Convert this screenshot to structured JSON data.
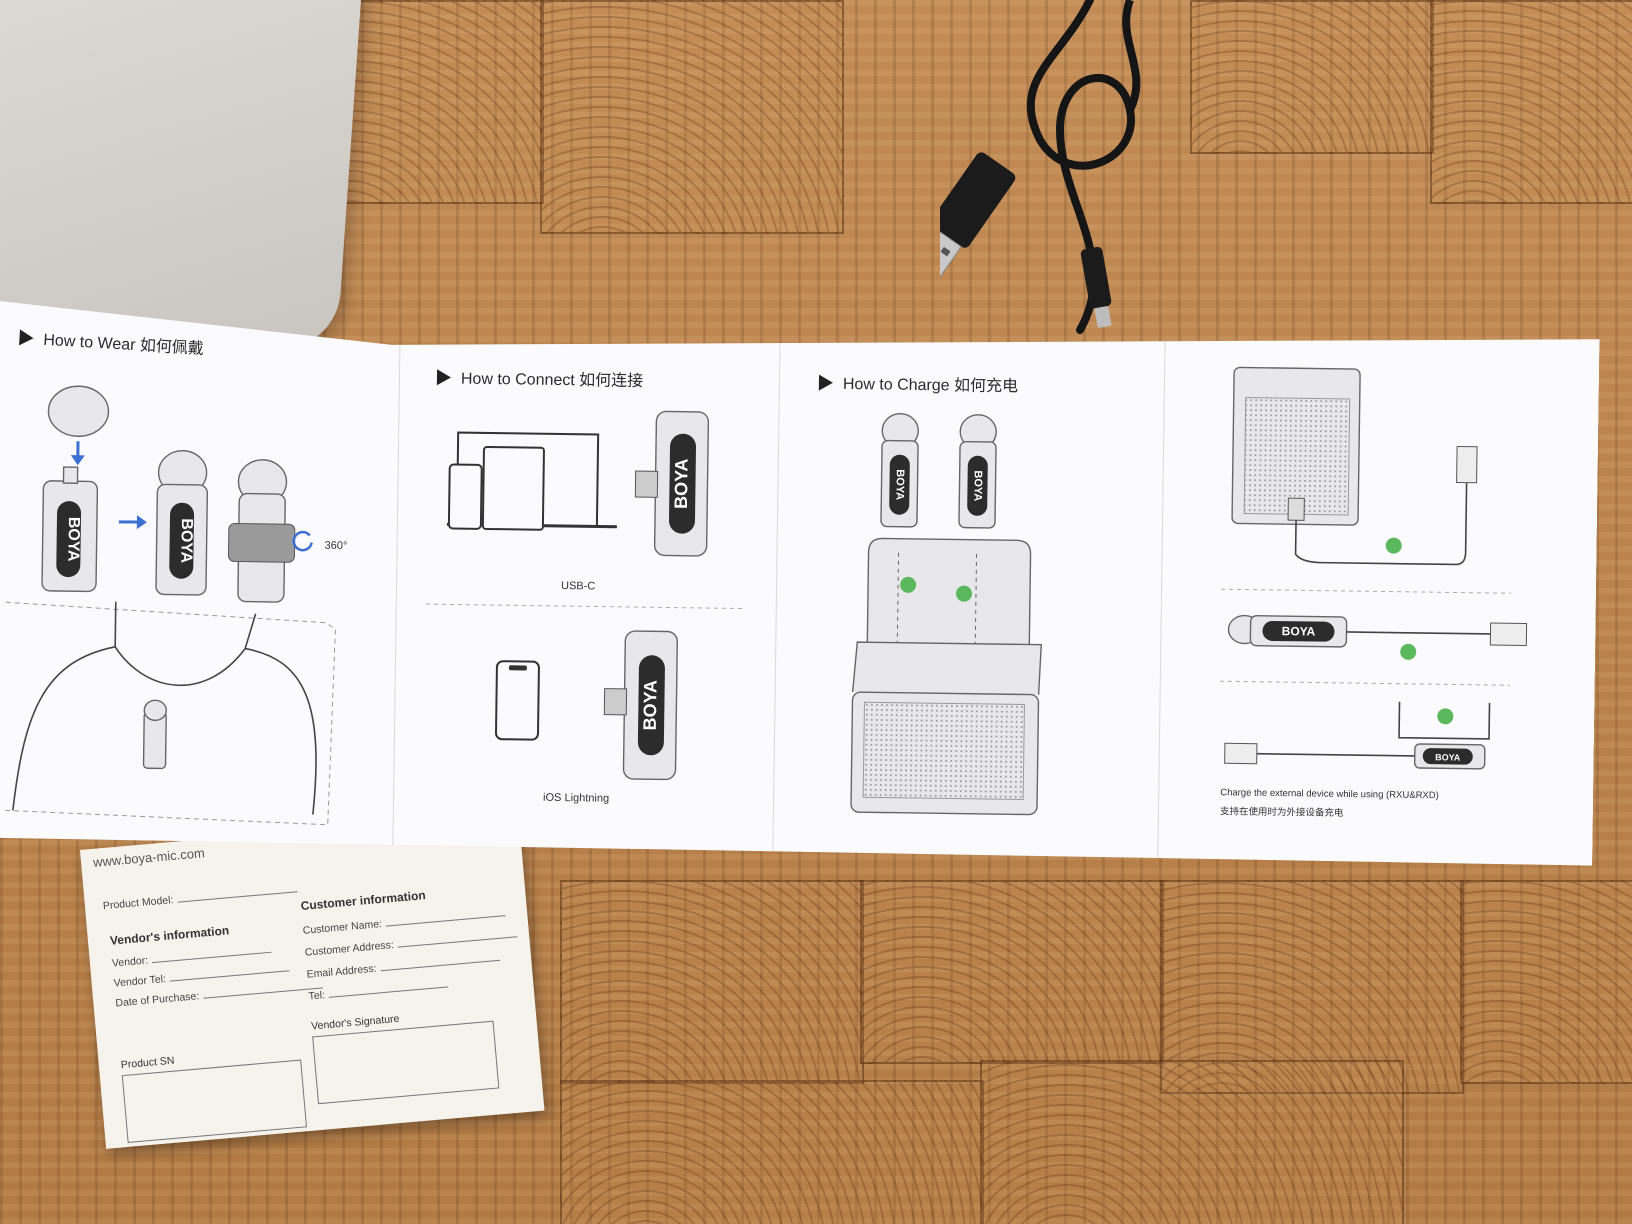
{
  "leaflet": {
    "wear": {
      "title": "How to Wear 如何佩戴",
      "rotate_label": "360°",
      "brand": "BOYA"
    },
    "connect": {
      "title": "How to Connect 如何连接",
      "usbc_caption": "USB-C",
      "lightning_caption": "iOS Lightning",
      "brand": "BOYA"
    },
    "charge": {
      "title": "How to Charge 如何充电",
      "brand": "BOYA"
    },
    "external": {
      "brand": "BOYA",
      "caption_en": "Charge the external device while using  (RXU&RXD)",
      "caption_cn": "支持在使用时为外接设备充电"
    }
  },
  "card": {
    "website": "www.boya-mic.com",
    "product_model": "Product Model:",
    "vendor_heading": "Vendor's information",
    "vendor": "Vendor:",
    "vendor_tel": "Vendor Tel:",
    "date_of_purchase": "Date of Purchase:",
    "customer_heading": "Customer information",
    "customer_name": "Customer Name:",
    "customer_address": "Customer Address:",
    "email_address": "Email Address:",
    "tel": "Tel:",
    "vendor_signature": "Vendor's Signature",
    "product_sn": "Product SN"
  }
}
